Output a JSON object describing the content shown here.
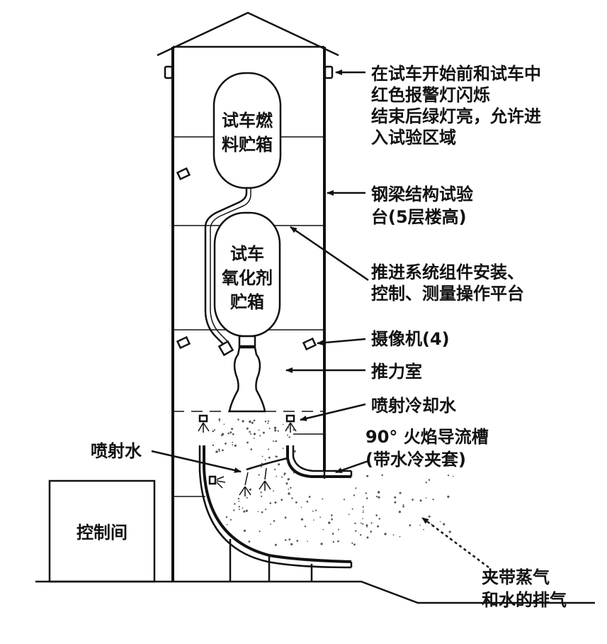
{
  "tanks": {
    "fuel": [
      "试车燃",
      "料贮箱"
    ],
    "oxidizer": [
      "试车",
      "氧化剂",
      "贮箱"
    ]
  },
  "control_room": "控制间",
  "labels": {
    "warning_lights": [
      "在试车开始前和试车中",
      "红色报警灯闪烁",
      "结束后绿灯亮，允许进",
      "入试验区域"
    ],
    "steel_stand": [
      "钢梁结构试验",
      "台(5层楼高)"
    ],
    "platform": [
      "推进系统组件安装、",
      "控制、测量操作平台"
    ],
    "cameras": "摄像机(4)",
    "thrust_chamber": "推力室",
    "spray_cooling": "喷射冷却水",
    "flame_deflector": [
      "90°  火焰导流槽",
      "(带水冷夹套)"
    ],
    "spray_water": "喷射水",
    "exhaust": [
      "夹带蒸气",
      "和水的排气"
    ]
  }
}
